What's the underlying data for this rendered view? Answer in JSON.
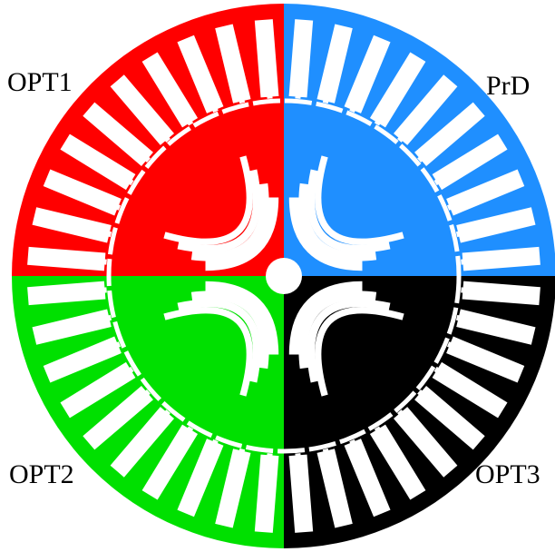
{
  "labels": {
    "top_left": "OPT1",
    "top_right": "PrD",
    "bottom_left": "OPT2",
    "bottom_right": "OPT3"
  },
  "colors": {
    "top_left": "#ff0000",
    "top_right": "#1f8fff",
    "bottom_left": "#00e000",
    "bottom_right": "#000000",
    "background": "#ffffff"
  },
  "stator_slots_per_quadrant": 10,
  "rotor_flux_barriers_per_quadrant": 4
}
